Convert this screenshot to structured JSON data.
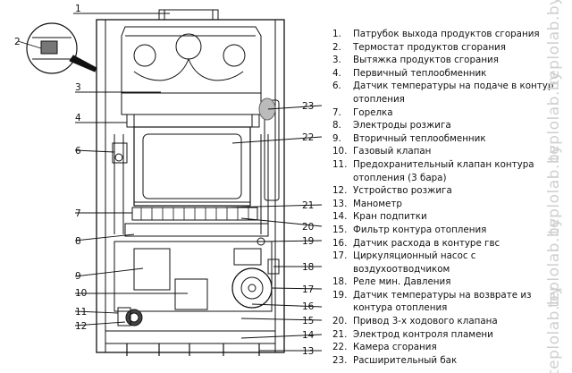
{
  "callouts": {
    "c1": "1",
    "c2": "2",
    "c3": "3",
    "c4": "4",
    "c6": "6",
    "c7": "7",
    "c8": "8",
    "c9": "9",
    "c10": "10",
    "c11": "11",
    "c12": "12",
    "c13": "13",
    "c14": "14",
    "c15": "15",
    "c16": "16",
    "c17": "17",
    "c18": "18",
    "c19": "19",
    "c20": "20",
    "c21": "21",
    "c22": "22",
    "c23": "23"
  },
  "parts": [
    {
      "num": "1.",
      "text": "Патрубок выхода продуктов сгорания"
    },
    {
      "num": "2.",
      "text": "Термостат продуктов сгорания"
    },
    {
      "num": "3.",
      "text": "Вытяжка продуктов сгорания"
    },
    {
      "num": "4.",
      "text": "Первичный теплообменник"
    },
    {
      "num": "6.",
      "text": "Датчик температуры на подаче в контур отопления"
    },
    {
      "num": "7.",
      "text": "Горелка"
    },
    {
      "num": "8.",
      "text": "Электроды розжига"
    },
    {
      "num": "9.",
      "text": "Вторичный теплообменник"
    },
    {
      "num": "10.",
      "text": "Газовый клапан"
    },
    {
      "num": "11.",
      "text": "Предохранительный клапан контура отопления (3 бара)"
    },
    {
      "num": "12.",
      "text": "Устройство розжига"
    },
    {
      "num": "13.",
      "text": "Манометр"
    },
    {
      "num": "14.",
      "text": "Кран подпитки"
    },
    {
      "num": "15.",
      "text": "Фильтр контура отопления"
    },
    {
      "num": "16.",
      "text": "Датчик расхода в контуре гвс"
    },
    {
      "num": "17.",
      "text": "Циркуляционный насос с воздухоотводчиком"
    },
    {
      "num": "18.",
      "text": "Реле мин. Давления"
    },
    {
      "num": "19.",
      "text": "Датчик температуры на возврате из контура отопления"
    },
    {
      "num": "20.",
      "text": "Привод 3-х ходового клапана"
    },
    {
      "num": "21.",
      "text": "Электрод контроля пламени"
    },
    {
      "num": "22.",
      "text": "Камера сгорания"
    },
    {
      "num": "23.",
      "text": "Расширительный бак"
    }
  ],
  "watermark": {
    "w1": "teplolab.by",
    "w2": "teplolab.by",
    "w3": "teplolab.by",
    "w4": "teplolab.by",
    "w5": "teplolab.by"
  }
}
